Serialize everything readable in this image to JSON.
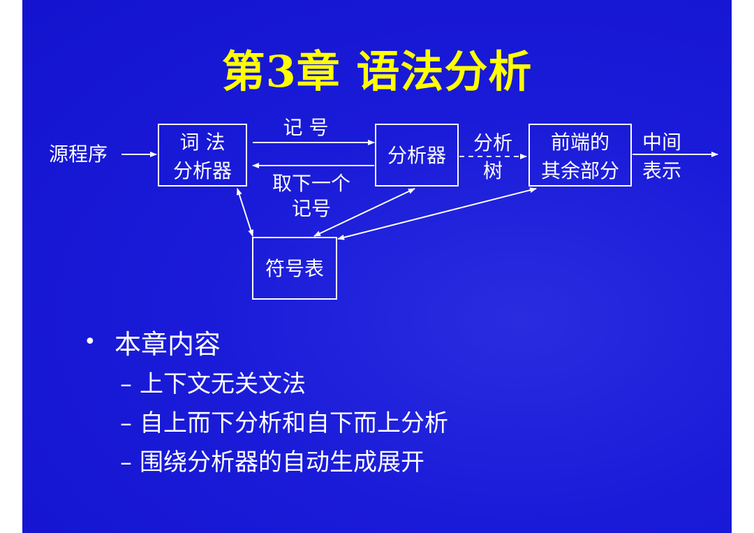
{
  "title": "第3章  语法分析",
  "diagram": {
    "source": "源程序",
    "lexer_line1": "词 法",
    "lexer_line2": "分析器",
    "token_label": "记  号",
    "next_label_line1": "取下一个",
    "next_label_line2": "记号",
    "parser": "分析器",
    "tree_line1": "分析",
    "tree_line2": "树",
    "frontend_line1": "前端的",
    "frontend_line2": "其余部分",
    "ir_line1": "中间",
    "ir_line2": "表示",
    "symtab": "符号表"
  },
  "bullets": {
    "main": "本章内容",
    "items": [
      "上下文无关文法",
      "自上而下分析和自下而上分析",
      "围绕分析器的自动生成展开"
    ]
  },
  "colors": {
    "background": "#1616d2",
    "title": "#ffff00",
    "text": "#ffffff"
  }
}
